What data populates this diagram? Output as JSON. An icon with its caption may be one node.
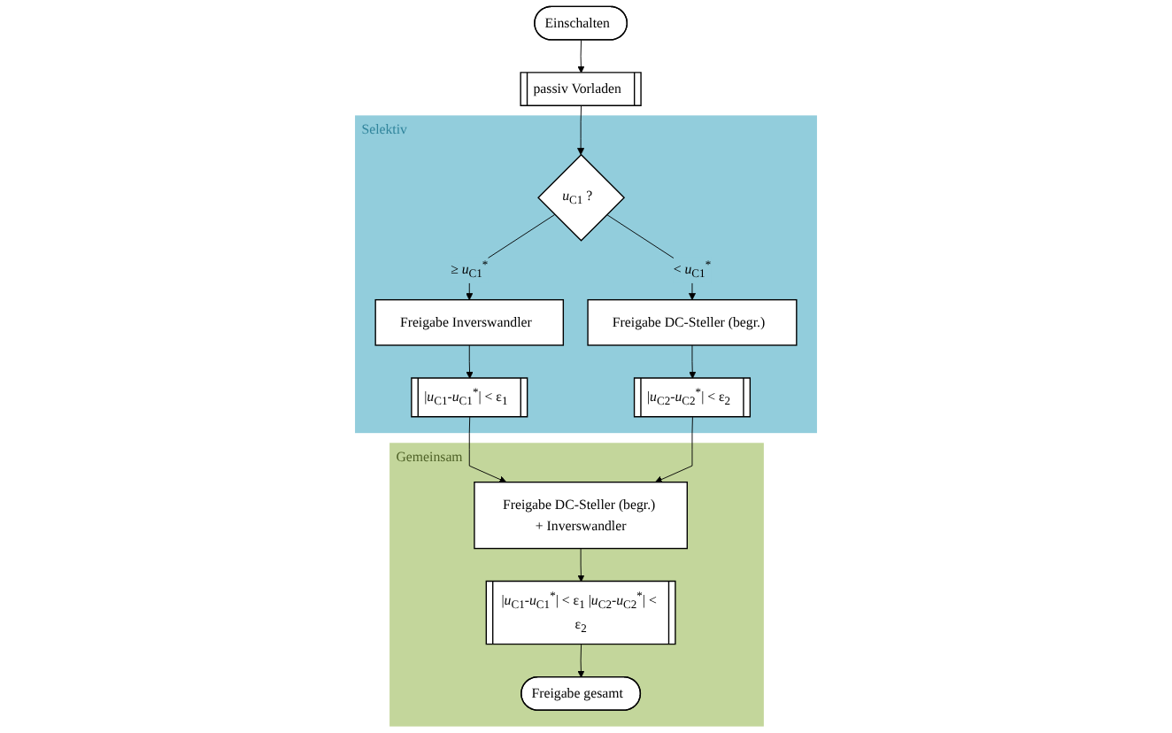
{
  "diagram": {
    "nodes": [
      {
        "text": [
          "Einschalten"
        ]
      },
      {
        "text": [
          "passiv Vorladen"
        ]
      },
      {
        "text": [
          "Selektiv"
        ]
      },
      {
        "text": [
          "*u*$_{C1}$ ?"
        ],
        "in": 2
      },
      {
        "text": [
          "Freigabe Inverswandler"
        ],
        "in": 2
      },
      {
        "text": [
          "Freigabe DC-Steller (begr.)"
        ],
        "in": 2
      },
      {
        "text": [
          "|*u*$_{C1}$-*u*$_{C1}$$^{*}$| < ε$_{1}$"
        ],
        "in": 2
      },
      {
        "text": [
          "|*u*$_{C2}$-*u*$_{C2}$$^{*}$| < ε$_{2}$"
        ],
        "in": 2
      },
      {
        "text": [
          "Gemeinsam"
        ]
      },
      {
        "text": [
          "Freigabe DC-Steller (begr.) + Inverswandler"
        ],
        "in": 8
      },
      {
        "text": [
          "|*u*$_{C1}$-*u*$_{C1}$$^{*}$| < ε$_{1}$ |*u*$_{C2}$-*u*$_{C2}$$^{*}$| < ε$_{2}$"
        ],
        "in": 8
      },
      {
        "text": [
          "Freigabe gesamt"
        ],
        "in": 8
      }
    ],
    "edges": [
      {
        "from": 0,
        "to": 1,
        "arrow": "to"
      },
      {
        "from": 1,
        "to": 3,
        "arrow": "to"
      },
      {
        "from": 3,
        "to": 4,
        "arrow": "to",
        "label": "≥ *u*$_{C1}$$^{*}$"
      },
      {
        "from": 3,
        "to": 5,
        "arrow": "to",
        "label": "< *u*$_{C1}$$^{*}$"
      },
      {
        "from": 4,
        "to": 6,
        "arrow": "to"
      },
      {
        "from": 5,
        "to": 7,
        "arrow": "to"
      },
      {
        "from": 6,
        "to": 9,
        "arrow": "to"
      },
      {
        "from": 7,
        "to": 9,
        "arrow": "to"
      },
      {
        "from": 9,
        "to": 10,
        "arrow": "to"
      },
      {
        "from": 10,
        "to": 11,
        "arrow": "to"
      }
    ]
  }
}
